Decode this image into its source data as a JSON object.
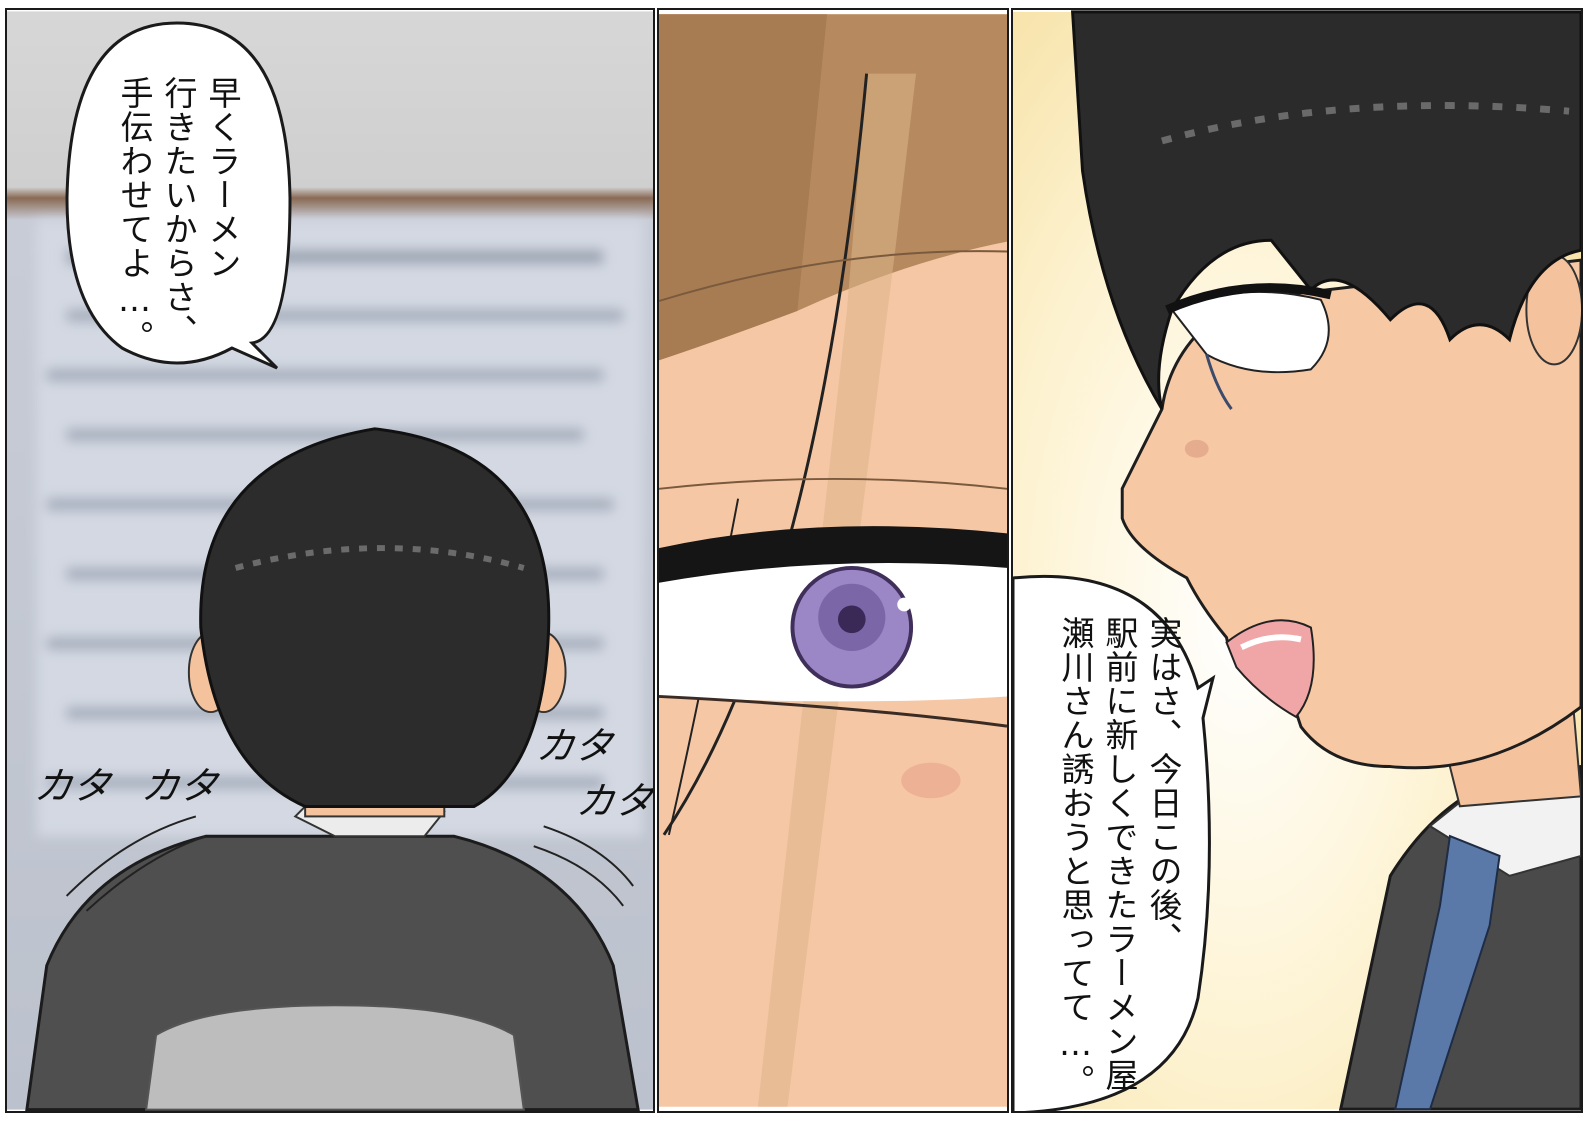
{
  "panels": [
    {
      "id": "panel-1",
      "speech": [
        "早くラーメン",
        "行きたいからさ、",
        "手伝わせてよ…。"
      ],
      "sfx": [
        "カタ",
        "カタ",
        "カタ",
        "カタ"
      ]
    },
    {
      "id": "panel-2"
    },
    {
      "id": "panel-3",
      "speech": [
        "実はさ、今日この後、",
        "駅前に新しくできたラーメン屋",
        "瀬川さん誘おうと思ってて…。"
      ]
    }
  ],
  "colors": {
    "hair": "#2b2b2b",
    "skin": "#f7c8a4",
    "suit": "#4d4d4d",
    "tie": "#5a78a8",
    "eye": "#9a86c2",
    "light_bg": "#fbecc0",
    "blurred_wall": "#c9d0dc"
  }
}
